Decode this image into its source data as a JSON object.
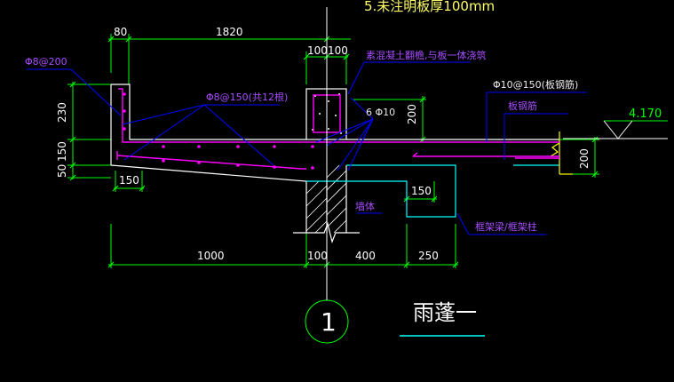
{
  "top_note": "5.未注明板厚100mm",
  "dimensions": {
    "top_80": "80",
    "top_1820": "1820",
    "top_100a": "100",
    "top_100b": "100",
    "left_230": "230",
    "left_150": "150",
    "left_50": "50",
    "right_200": "200",
    "beam_200": "200",
    "bottom_150": "150",
    "step_150": "150",
    "bot_1000": "1000",
    "bot_100": "100",
    "bot_400": "400",
    "bot_250": "250"
  },
  "annotations": {
    "phi8_200": "Φ8@200",
    "phi8_150": "Φ8@150(共12根)",
    "concrete_note": "素混凝土翻檐,与板一体浇筑",
    "six_phi10": "6 Φ10",
    "phi10_150": "Φ10@150(板钢筋)",
    "slab_rebar": "板钢筋",
    "wall": "墙体",
    "frame": "框架梁/框架柱"
  },
  "elevation": "4.170",
  "axis_label": "1",
  "title": "雨蓬一",
  "colors": {
    "background": "#000000",
    "dimension": "#00ff00",
    "structure": "#ffffff",
    "rebar": "#ff00ff",
    "leader": "#0000ff",
    "annotation": "#a64dff",
    "edge": "#00ffff",
    "elevation_line": "#ffff00"
  }
}
